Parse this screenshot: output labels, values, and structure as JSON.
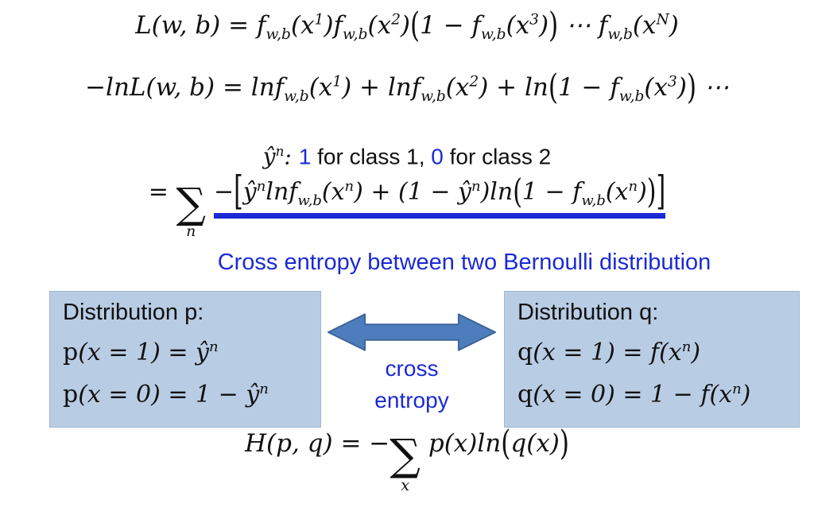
{
  "colors": {
    "accent_blue": "#1b2ad6",
    "box_fill": "#b8cce4",
    "box_border": "#9fb6d5",
    "arrow_fill": "#4e7dbd",
    "arrow_stroke": "#3c6497"
  },
  "formulas": {
    "likelihood": "L(w, b) = f_{w,b}(x^{1})f_{w,b}(x^{2})\\(1 − f_{w,b}(x^{3})\\) ⋯ f_{w,b}(x^{N})",
    "neg_log_likelihood": "−lnL(w, b) = lnf_{w,b}(x^{1}) + lnf_{w,b}(x^{2}) + ln\\(1 − f_{w,b}(x^{3})\\) ⋯",
    "class_definition": "ŷ^{n}: \\blue{1}\\text{ for class 1, }\\blue{0}\\text{ for class 2}",
    "sum_prefix": "= \\sum{n}",
    "sum_body": "−\\[ŷ^{n}lnf_{w,b}(x^{n}) + (1 − ŷ^{n})ln\\(1 − f_{w,b}(x^{n})\\)\\]",
    "cross_entropy_def": "H(p, q) = −\\sum{x} p(x)ln\\(q(x)\\)"
  },
  "caption": "Cross entropy between two Bernoulli distribution",
  "boxes": {
    "left": {
      "title": "Distribution p:",
      "lines": [
        "\\rm{p}(x = 1) = ŷ^{n}",
        "\\rm{p}(x = 0) = 1 − ŷ^{n}"
      ]
    },
    "right": {
      "title": "Distribution q:",
      "lines": [
        "\\rm{q}(x = 1) = f(x^{n})",
        "\\rm{q}(x = 0) = 1 − f(x^{n})"
      ]
    }
  },
  "arrow_label": {
    "line1": "cross",
    "line2": "entropy"
  }
}
